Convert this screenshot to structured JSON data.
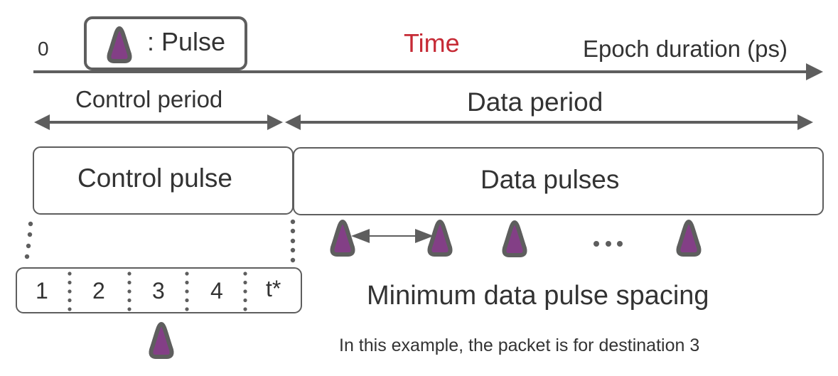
{
  "timeline": {
    "origin_label": "0",
    "title": "Time",
    "axis_label": "Epoch duration (ps)",
    "title_color": "#c62a35"
  },
  "legend": {
    "icon": "pulse-icon",
    "label": ": Pulse"
  },
  "periods": {
    "control_label": "Control period",
    "data_label": "Data period"
  },
  "boxes": {
    "control_label": "Control pulse",
    "data_label": "Data pulses"
  },
  "slots": [
    "1",
    "2",
    "3",
    "4",
    "t*"
  ],
  "selected_slot": "3",
  "data_pulses": {
    "count_shown": 4,
    "ellipsis": "...",
    "spacing_caption": "Minimum data pulse spacing"
  },
  "caption": "In this example, the packet is for destination 3",
  "colors": {
    "pulse_fill": "#833f86",
    "stroke": "#5e5e5e",
    "text": "#333333"
  }
}
